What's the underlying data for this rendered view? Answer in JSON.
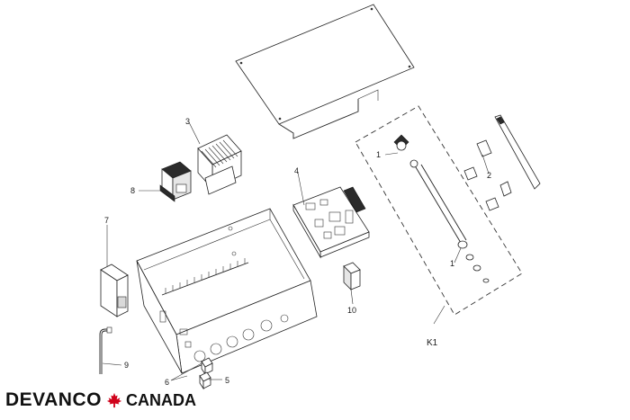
{
  "diagram": {
    "callouts": {
      "c1a": "1",
      "c1b": "1",
      "c2": "2",
      "c3": "3",
      "c4": "4",
      "c5": "5",
      "c6": "6",
      "c7": "7",
      "c8": "8",
      "c9": "9",
      "c10": "10",
      "k1": "K1"
    }
  },
  "brand": {
    "name": "DEVANCO",
    "region": "CANADA",
    "leaf_color": "#d0021b"
  }
}
